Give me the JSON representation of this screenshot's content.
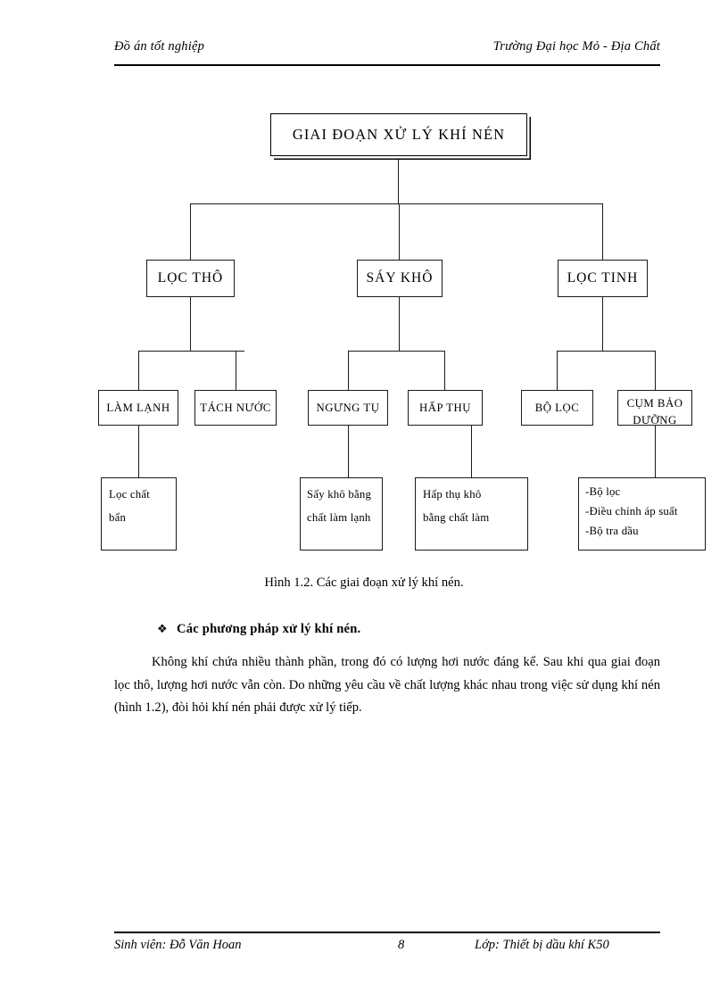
{
  "header": {
    "left": "Đồ án tốt nghiệp",
    "right": "Trường Đại học Mỏ - Địa Chất"
  },
  "footer": {
    "left": "Sinh viên: Đỗ Văn Hoan",
    "page_number": "8",
    "right": "Lớp: Thiết bị dầu khí K50"
  },
  "diagram": {
    "root": "GIAI ĐOẠN XỬ LÝ KHÍ NÉN",
    "level2": [
      {
        "label": "LỌC THÔ"
      },
      {
        "label": "SÁY KHÔ"
      },
      {
        "label": "LỌC TINH"
      }
    ],
    "level3": [
      {
        "label": "LÀM LẠNH"
      },
      {
        "label": "TÁCH NƯỚC"
      },
      {
        "label": "NGƯNG  TỤ"
      },
      {
        "label": "HẤP THỤ"
      },
      {
        "label": "BỘ LỌC"
      },
      {
        "label": "CỤM BẢO DƯỠNG"
      }
    ],
    "level4": [
      {
        "label": "Lọc chất\nbẩn"
      },
      {
        "label": "Sấy khô bằng\nchất làm lạnh"
      },
      {
        "label": "Hấp thụ khô\nbằng chất làm"
      },
      {
        "label": "-Bộ lọc\n-Điều chỉnh áp suất\n-Bộ tra dầu"
      }
    ]
  },
  "caption": "Hình 1.2. Các giai đoạn xử lý khí nén.",
  "section": {
    "bullet_marker": "❖",
    "bullet_heading": "Các phương pháp xử lý khí nén.",
    "paragraph": "Không khí chứa nhiều thành phần, trong đó có lượng hơi nước đáng kể. Sau khi qua giai đoạn lọc thô, lượng hơi nước vẫn còn. Do những yêu cầu về chất lượng khác nhau trong việc sử dụng khí nén (hình 1.2), đòi hỏi khí nén phải được xử lý tiếp."
  }
}
